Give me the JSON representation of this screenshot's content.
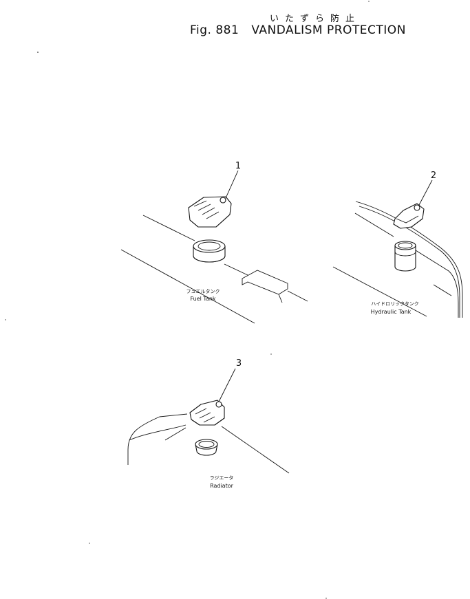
{
  "header": {
    "title_jp": "いたずら防止",
    "fig_label": "Fig. 881",
    "title": "VANDALISM PROTECTION"
  },
  "parts": [
    {
      "callout": "1",
      "label_jp": "フュエルタンク",
      "label_en": "Fuel Tank"
    },
    {
      "callout": "2",
      "label_jp": "ハイドロリックタンク",
      "label_en": "Hydraulic Tank"
    },
    {
      "callout": "3",
      "label_jp": "ラジエータ",
      "label_en": "Radiator"
    }
  ]
}
